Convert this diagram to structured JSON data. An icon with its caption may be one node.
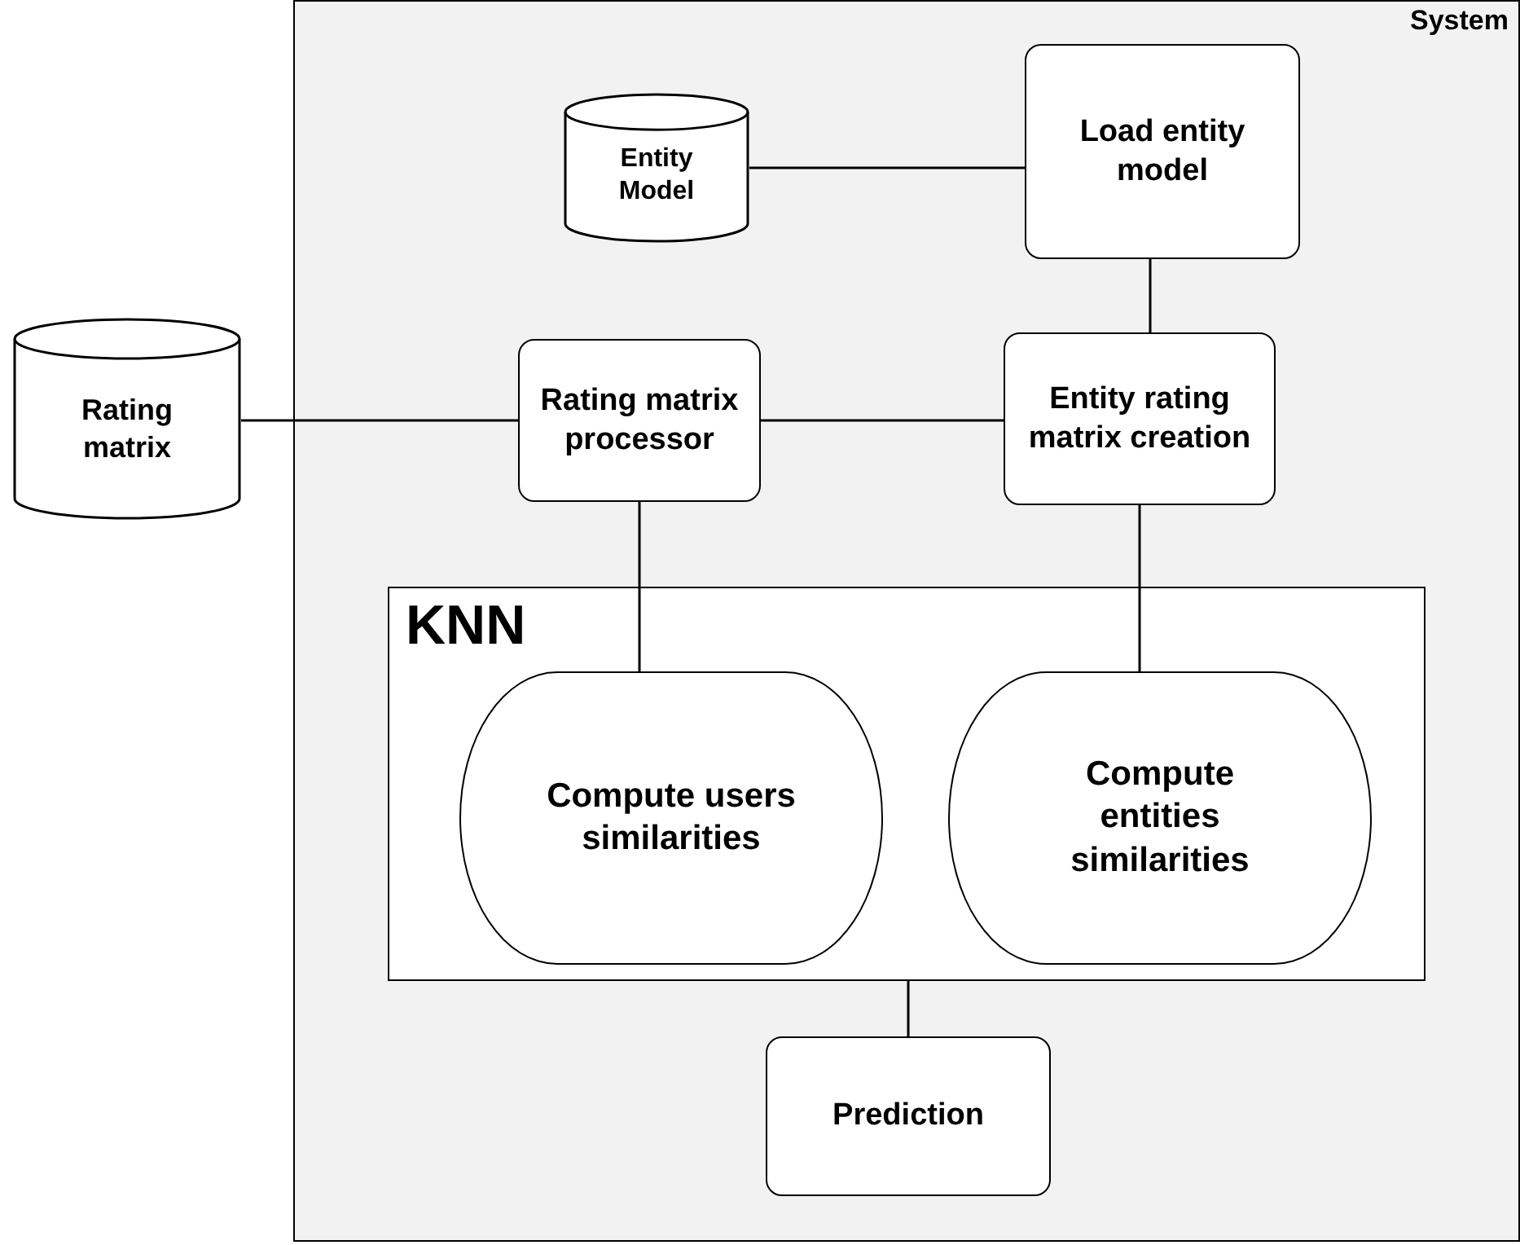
{
  "diagram": {
    "nodes": [
      {
        "text": [
          "System"
        ]
      },
      {
        "text": [
          "Entity Model"
        ],
        "in": 0
      },
      {
        "text": [
          "Load entity model"
        ],
        "in": 0
      },
      {
        "text": [
          "Rating matrix"
        ]
      },
      {
        "text": [
          "Rating matrix processor"
        ],
        "in": 0
      },
      {
        "text": [
          "Entity rating matrix creation"
        ],
        "in": 0
      },
      {
        "text": [
          "KNN"
        ],
        "in": 0
      },
      {
        "text": [
          "Compute users similarities"
        ],
        "in": 6
      },
      {
        "text": [
          "Compute entities similarities"
        ],
        "in": 6
      },
      {
        "text": [
          "Prediction"
        ],
        "in": 0
      }
    ],
    "edges": [
      {
        "from": 1,
        "to": 2,
        "arrow": "none"
      },
      {
        "from": 2,
        "to": 5,
        "arrow": "none"
      },
      {
        "from": 3,
        "to": 4,
        "arrow": "none"
      },
      {
        "from": 4,
        "to": 5,
        "arrow": "none"
      },
      {
        "from": 4,
        "to": 7,
        "arrow": "none"
      },
      {
        "from": 5,
        "to": 8,
        "arrow": "none"
      },
      {
        "from": 6,
        "to": 9,
        "arrow": "none"
      }
    ]
  }
}
